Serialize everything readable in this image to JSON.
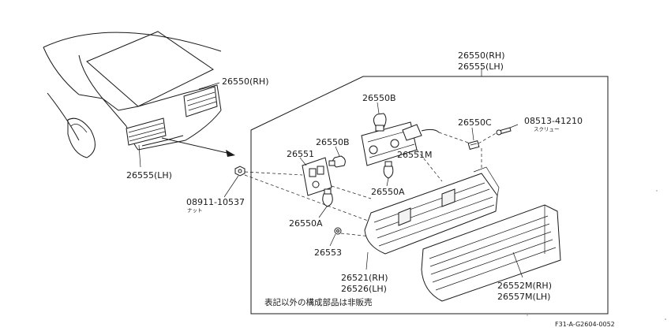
{
  "labels": {
    "assembly_rh": "26550(RH)",
    "assembly_lh": "26555(LH)",
    "car_rh": "26550(RH)",
    "car_lh": "26555(LH)",
    "bulb_top": "26550B",
    "bulb_left": "26550B",
    "socket_26551": "26551",
    "socket_26550c": "26550C",
    "screw_part": "08513-41210",
    "screw_text": "スクリュー",
    "nut_part": "08911-10537",
    "nut_text": "ナット",
    "housing": "26551M",
    "bulb_mid": "26550A",
    "bulb_low": "26550A",
    "gasket": "26553",
    "lens_rh": "26521(RH)",
    "lens_lh": "26526(LH)",
    "garnish_rh": "26552M(RH)",
    "garnish_lh": "26557M(LH)",
    "note": "表記以外の構成部品は非販売",
    "figure_ref": "F31-A-G2604-0052"
  }
}
